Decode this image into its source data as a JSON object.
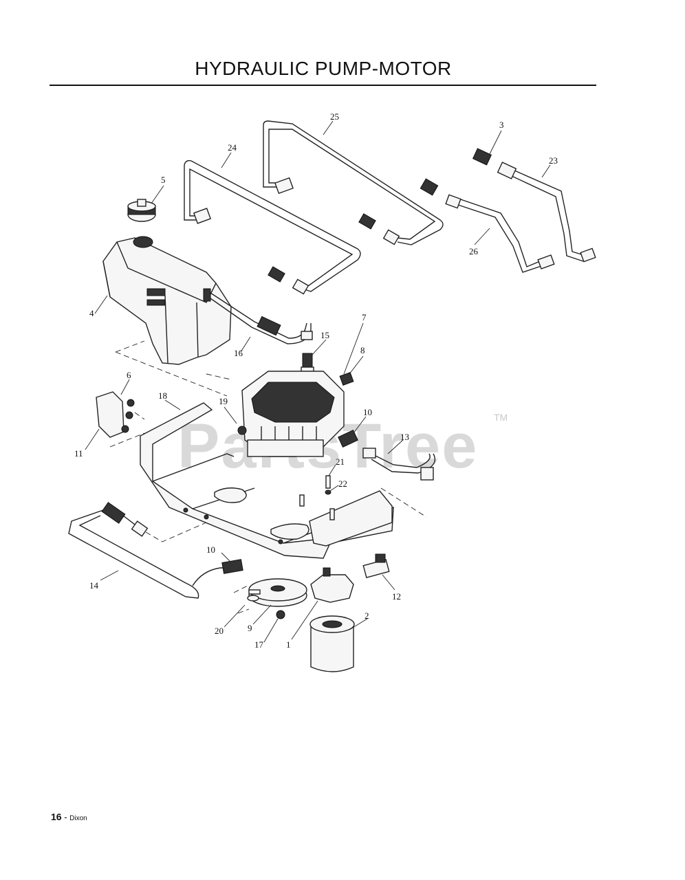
{
  "title": "HYDRAULIC PUMP-MOTOR",
  "watermark": {
    "text": "PartsTree",
    "tm": "TM"
  },
  "footer": {
    "page_number": "16",
    "separator": " - ",
    "brand": "Dixon"
  },
  "callouts": {
    "c1": "1",
    "c2": "2",
    "c3": "3",
    "c4": "4",
    "c5": "5",
    "c6": "6",
    "c7": "7",
    "c8": "8",
    "c9": "9",
    "c10a": "10",
    "c10b": "10",
    "c11": "11",
    "c12": "12",
    "c13": "13",
    "c14": "14",
    "c15": "15",
    "c16": "16",
    "c17": "17",
    "c18": "18",
    "c19": "19",
    "c20": "20",
    "c21": "21",
    "c22": "22",
    "c23": "23",
    "c24": "24",
    "c25": "25",
    "c26": "26"
  }
}
